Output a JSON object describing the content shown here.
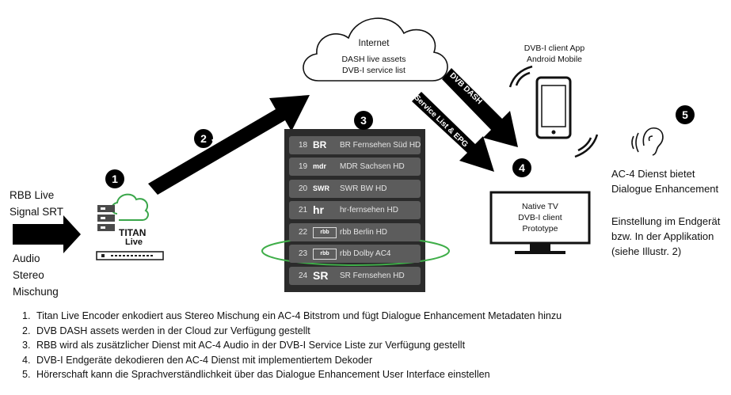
{
  "source_labels": [
    "RBB Live",
    "Signal SRT"
  ],
  "audio_labels": [
    "Audio",
    "Stereo",
    "Mischung"
  ],
  "encoder_logo": [
    "TITAN",
    "Live"
  ],
  "badges": [
    "1",
    "2",
    "3",
    "4",
    "5"
  ],
  "arrow_dvb_dash_1": "DVB DASH",
  "cloud": {
    "title": "Internet",
    "lines": [
      "DASH live assets",
      "DVB-I service list"
    ]
  },
  "arrow_service_list": "Service List & EPG",
  "arrow_dvb_dash_2": "DVB DASH",
  "mobile_label": [
    "DVB-I client App",
    "Android Mobile"
  ],
  "tv_label": [
    "Native TV",
    "DVB-I client",
    "Prototype"
  ],
  "ac4_label": [
    "AC-4 Dienst bietet",
    "Dialogue Enhancement"
  ],
  "setting_label": [
    "Einstellung im Endgerät",
    "bzw. In der Applikation",
    "(siehe Illustr. 2)"
  ],
  "channels": [
    {
      "num": "18",
      "logo": "BR",
      "name": "BR Fernsehen Süd HD"
    },
    {
      "num": "19",
      "logo": "mdr",
      "name": "MDR Sachsen HD"
    },
    {
      "num": "20",
      "logo": "SWR",
      "name": "SWR BW HD"
    },
    {
      "num": "21",
      "logo": "hr",
      "name": "hr-fernsehen HD"
    },
    {
      "num": "22",
      "logo": "rbb",
      "name": "rbb Berlin HD"
    },
    {
      "num": "23",
      "logo": "rbb",
      "name": "rbb Dolby AC4"
    },
    {
      "num": "24",
      "logo": "SR",
      "name": "SR Fernsehen HD"
    }
  ],
  "steps": [
    "Titan Live Encoder enkodiert aus Stereo Mischung ein AC-4 Bitstrom und fügt Dialogue Enhancement Metadaten hinzu",
    "DVB DASH assets werden in der Cloud zur Verfügung gestellt",
    "RBB wird als zusätzlicher Dienst mit AC-4 Audio in der DVB-I Service Liste zur Verfügung gestellt",
    "DVB-I Endgeräte dekodieren den AC-4 Dienst mit implementiertem Dekoder",
    "Hörerschaft kann die Sprachverständlichkeit über das Dialogue Enhancement User Interface einstellen"
  ],
  "colors": {
    "accent_green": "#3aa64a",
    "ellipse_green": "#3fae49",
    "channel_bg": "#5c5c5c",
    "panel_bg": "#2b2b2b"
  }
}
